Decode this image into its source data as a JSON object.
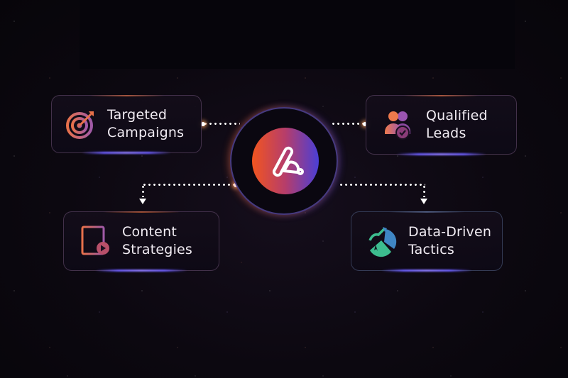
{
  "diagram": {
    "center": {
      "icon": "brand-logo-icon",
      "gradient": [
        "#f2551f",
        "#b63d6b",
        "#4a3fd6"
      ]
    },
    "nodes": [
      {
        "id": "targeted-campaigns",
        "line1": "Targeted",
        "line2": "Campaigns",
        "icon": "target-arrow-icon",
        "position": "top-left"
      },
      {
        "id": "qualified-leads",
        "line1": "Qualified",
        "line2": "Leads",
        "icon": "users-check-icon",
        "position": "top-right"
      },
      {
        "id": "content-strategies",
        "line1": "Content",
        "line2": "Strategies",
        "icon": "document-play-icon",
        "position": "bottom-left"
      },
      {
        "id": "data-driven-tactics",
        "line1": "Data-Driven",
        "line2": "Tactics",
        "icon": "pie-chart-growth-icon",
        "position": "bottom-right"
      }
    ],
    "colors": {
      "accent_orange": "#f2551f",
      "accent_purple": "#6a5cff",
      "accent_teal": "#3dbd8f",
      "background": "#0c0810"
    }
  }
}
